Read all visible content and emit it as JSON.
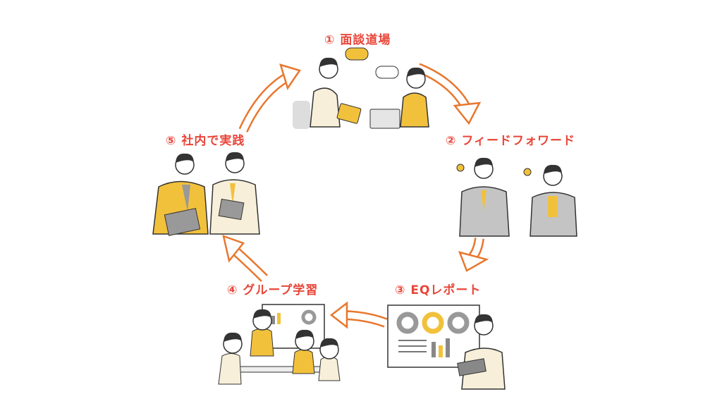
{
  "steps": [
    {
      "number": "①",
      "label": "面談道場"
    },
    {
      "number": "②",
      "label": "フィードフォワード"
    },
    {
      "number": "③",
      "label": "EQレポート"
    },
    {
      "number": "④",
      "label": "グループ学習"
    },
    {
      "number": "⑤",
      "label": "社内で実践"
    }
  ],
  "colors": {
    "label": "#e8463a",
    "arrow": "#e8772e",
    "accent": "#f2c13c",
    "gray": "#b5b5b5"
  }
}
